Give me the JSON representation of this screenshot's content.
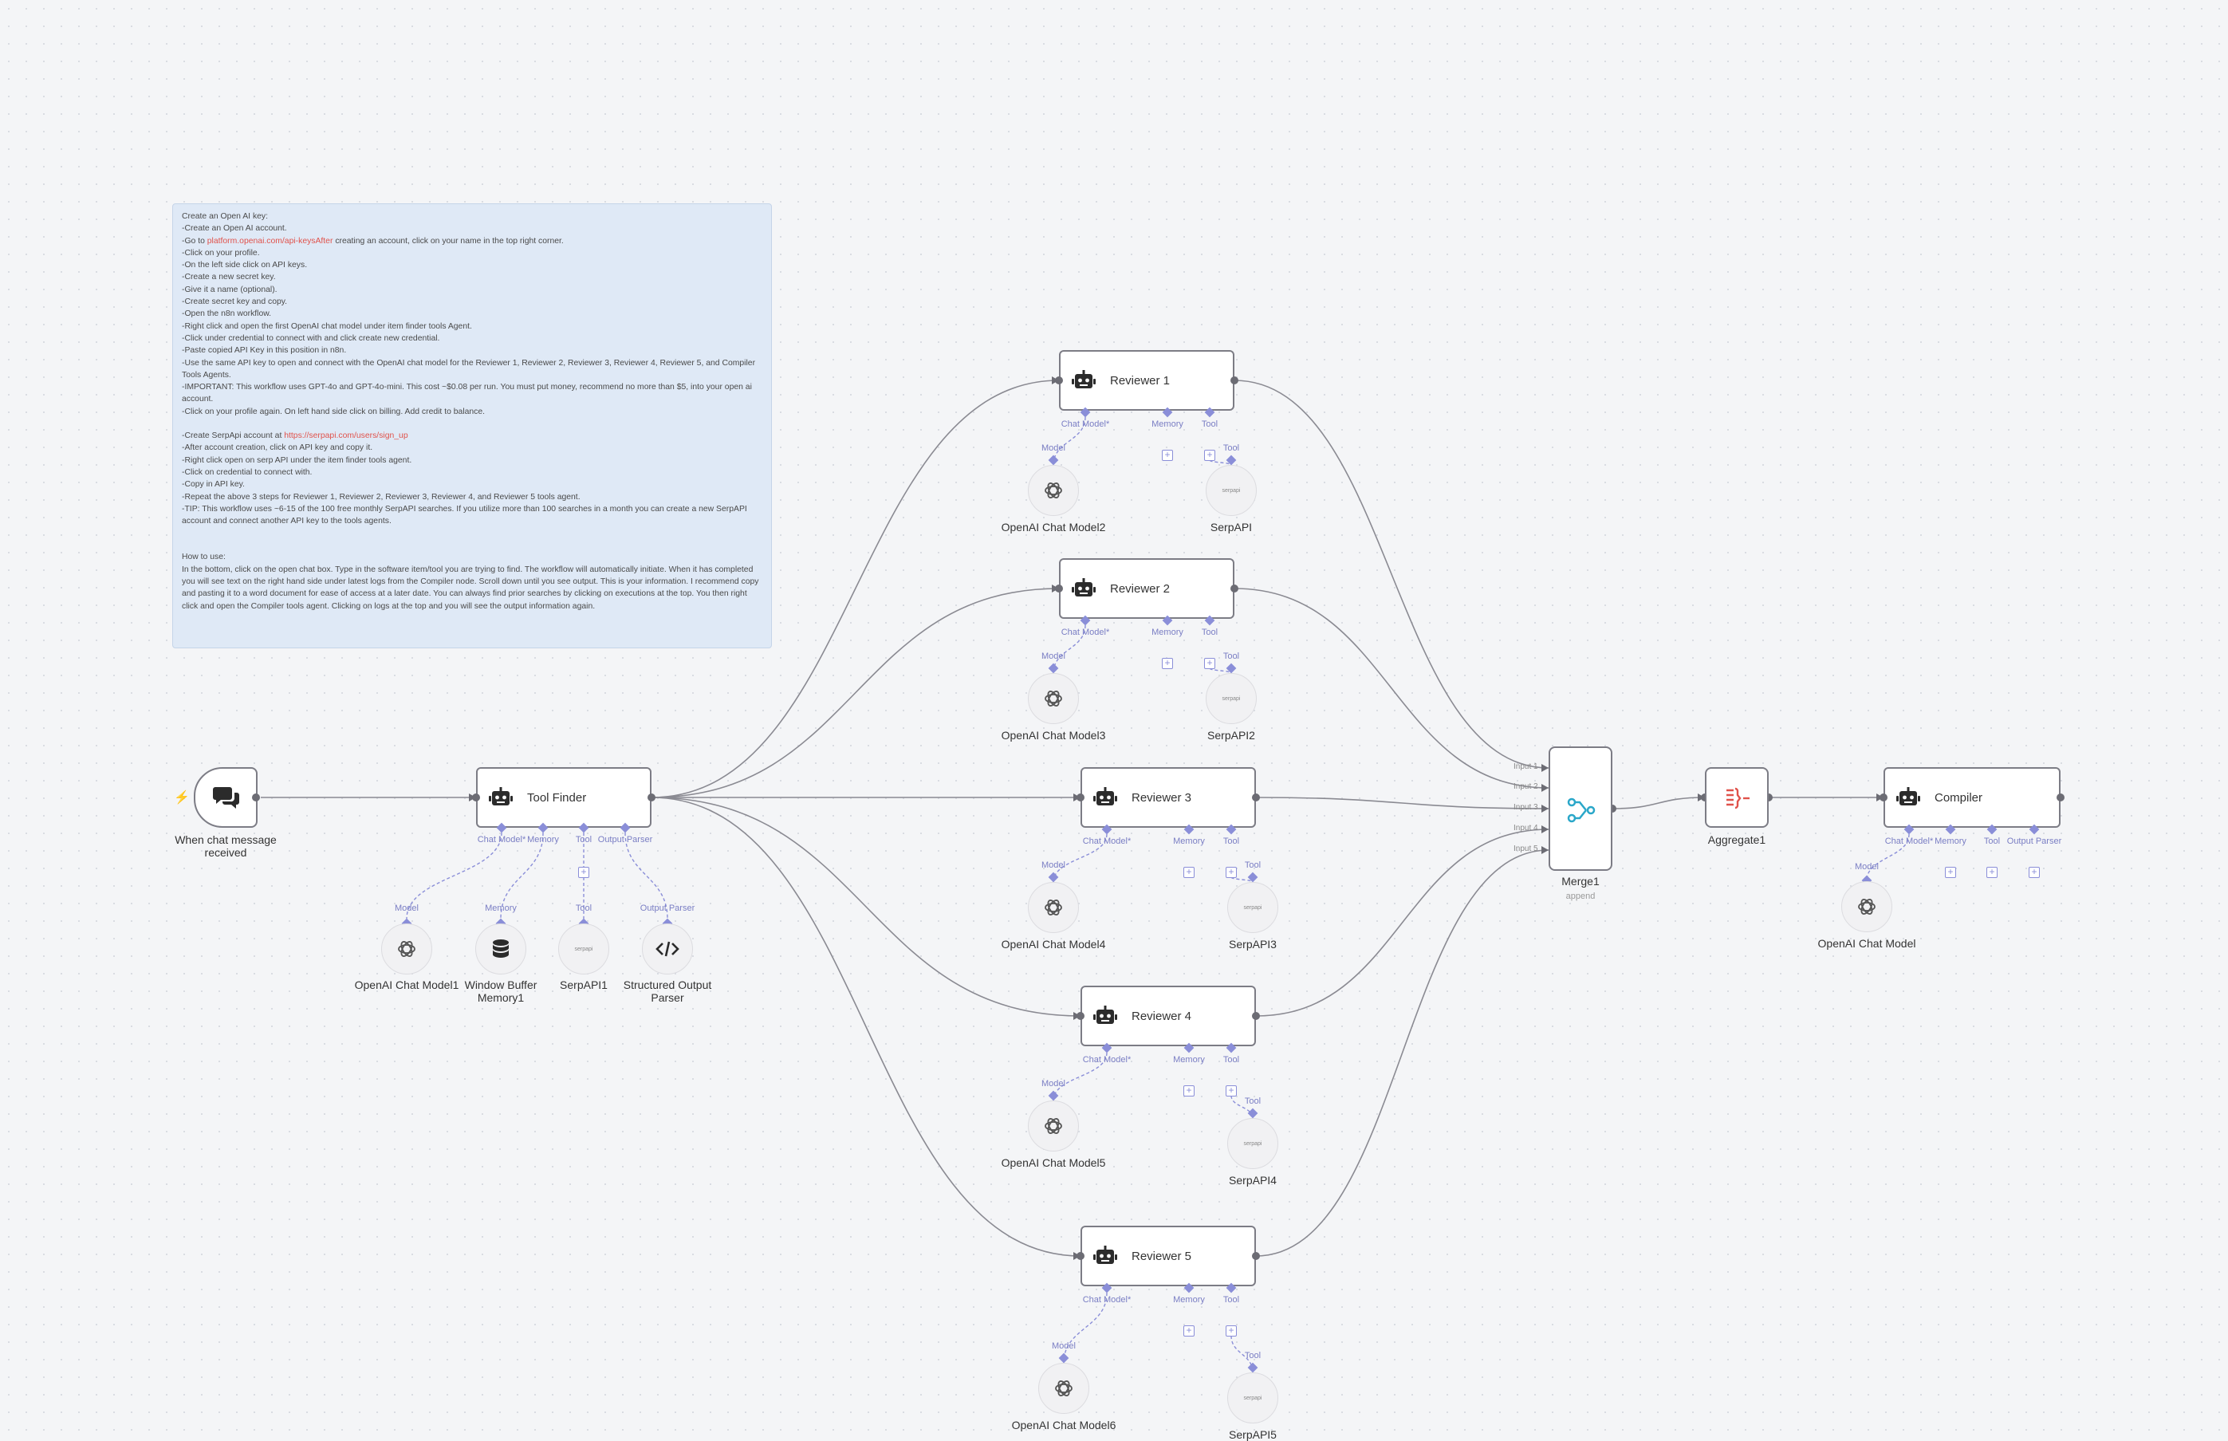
{
  "note": {
    "lines": [
      "Create an Open AI key:",
      "-Create an Open AI account.",
      "-Click on your profile.",
      "-On the left side click on API keys.",
      "-Create a new secret key.",
      "-Give it a name (optional).",
      "-Create secret key and copy.",
      "-Open the n8n workflow.",
      "-Right click and open the first OpenAI chat model under item finder tools Agent.",
      "-Click under credential to connect with and click create new credential.",
      "-Paste copied API Key in this position in n8n.",
      "-Use the same API key to open and connect with the OpenAI chat model for the Reviewer 1, Reviewer 2, Reviewer 3, Reviewer 4, Reviewer 5, and Compiler Tools Agents.",
      "-IMPORTANT: This workflow uses GPT-4o and GPT-4o-mini. This cost ~$0.08 per run. You must put money, recommend no more than $5, into your open ai account.",
      "-Click on your profile again. On left hand side click on billing. Add credit to balance."
    ],
    "go_prefix": "-Go to ",
    "go_link": "platform.openai.com/api-keysAfter",
    "go_suffix": " creating an account, click on your name in the top right corner.",
    "serp_prefix": "-Create SerpApi account at ",
    "serp_link": "https://serpapi.com/users/sign_up",
    "serp_lines": [
      "-After account creation, click on API key and copy it.",
      "-Right click open on serp API under the item finder tools agent.",
      "-Click on credential to connect with.",
      "-Copy in API key.",
      "-Repeat the above 3 steps for Reviewer 1, Reviewer 2, Reviewer 3, Reviewer 4, and Reviewer 5 tools agent.",
      "-TIP: This workflow uses ~6-15 of the 100 free monthly SerpAPI searches. If you utilize more than 100 searches in a month you can create a new SerpAPI account and connect another API key to the tools agents."
    ],
    "how_title": "How to use:",
    "how_text": "In the bottom, click on the open chat box. Type in the software item/tool you are trying to find. The workflow will automatically initiate. When it has completed you will see text on the right hand side under latest logs from the Compiler node. Scroll down until you see output. This is your information. I recommend copy and pasting it to a word document for ease of access at a later date. You can always find prior searches by clicking on executions at the top. You then right click and open the Compiler tools agent. Clicking on logs at the top and you will see the output information again."
  },
  "trigger": {
    "name_line1": "When chat message",
    "name_line2": "received"
  },
  "port_labels": {
    "chat_model": "Chat Model*",
    "memory": "Memory",
    "tool": "Tool",
    "output_parser": "Output Parser",
    "model": "Model",
    "serp_icon_text": "serpapi"
  },
  "tool_finder": {
    "title": "Tool Finder",
    "subs": {
      "model": "OpenAI Chat Model1",
      "memory_line1": "Window Buffer",
      "memory_line2": "Memory1",
      "tool": "SerpAPI1",
      "parser_line1": "Structured Output",
      "parser_line2": "Parser"
    }
  },
  "reviewers": [
    {
      "title": "Reviewer 1",
      "model": "OpenAI Chat Model2",
      "tool": "SerpAPI"
    },
    {
      "title": "Reviewer 2",
      "model": "OpenAI Chat Model3",
      "tool": "SerpAPI2"
    },
    {
      "title": "Reviewer 3",
      "model": "OpenAI Chat Model4",
      "tool": "SerpAPI3"
    },
    {
      "title": "Reviewer 4",
      "model": "OpenAI Chat Model5",
      "tool": "SerpAPI4"
    },
    {
      "title": "Reviewer 5",
      "model": "OpenAI Chat Model6",
      "tool": "SerpAPI5"
    }
  ],
  "merge": {
    "name": "Merge1",
    "mode": "append",
    "inputs": [
      "Input 1",
      "Input 2",
      "Input 3",
      "Input 4",
      "Input 5"
    ]
  },
  "aggregate": {
    "name": "Aggregate1"
  },
  "compiler": {
    "title": "Compiler",
    "model": "OpenAI Chat Model"
  },
  "colors": {
    "wire": "#8a8a92",
    "sub_wire": "#8a8ed8",
    "port_label": "#7a7ec4",
    "note_bg": "#dfe9f6",
    "link": "#e0524b",
    "merge_icon": "#2aa7c9",
    "aggregate_icon": "#e0524b"
  },
  "icons": {
    "trigger": "chat-bubbles-icon",
    "agent": "robot-icon",
    "openai": "openai-icon",
    "memory": "database-icon",
    "serpapi": "serpapi-icon",
    "parser": "code-icon",
    "merge": "merge-icon",
    "aggregate": "aggregate-icon"
  }
}
